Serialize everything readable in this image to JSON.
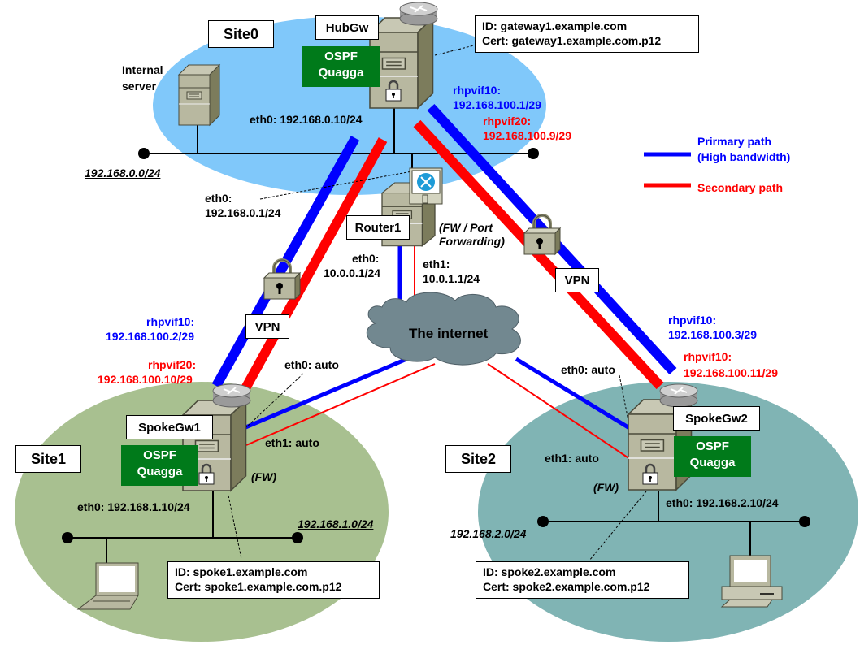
{
  "sites": {
    "site0": {
      "label": "Site0",
      "color": "#80c8fa",
      "subnet": "192.168.0.0/24"
    },
    "site1": {
      "label": "Site1",
      "color": "#a8c090",
      "subnet": "192.168.1.0/24"
    },
    "site2": {
      "label": "Site2",
      "color": "#80b4b4",
      "subnet": "192.168.2.0/24"
    }
  },
  "hub": {
    "name": "HubGw",
    "ospf_line1": "OSPF",
    "ospf_line2": "Quagga",
    "id_line": "ID: gateway1.example.com",
    "cert_line": "Cert: gateway1.example.com.p12",
    "eth0": "eth0: 192.168.0.10/24",
    "vif10_name": "rhpvif10:",
    "vif10_ip": "192.168.100.1/29",
    "vif20_name": "rhpvif20:",
    "vif20_ip": "192.168.100.9/29"
  },
  "internal_server": {
    "line1": "Internal",
    "line2": "server"
  },
  "router1": {
    "name": "Router1",
    "role_line1": "(FW / Port",
    "role_line2": "Forwarding)",
    "eth0_site_name": "eth0:",
    "eth0_site_ip": "192.168.0.1/24",
    "eth0_name": "eth0:",
    "eth0_ip": "10.0.0.1/24",
    "eth1_name": "eth1:",
    "eth1_ip": "10.0.1.1/24"
  },
  "internet": {
    "label": "The internet",
    "color": "#728890"
  },
  "spoke1": {
    "name": "SpokeGw1",
    "ospf_line1": "OSPF",
    "ospf_line2": "Quagga",
    "fw": "(FW)",
    "eth0_wan": "eth0: auto",
    "eth1_wan": "eth1: auto",
    "eth0_lan": "eth0: 192.168.1.10/24",
    "vif10_name": "rhpvif10:",
    "vif10_ip": "192.168.100.2/29",
    "vif20_name": "rhpvif20:",
    "vif20_ip": "192.168.100.10/29",
    "id_line": "ID: spoke1.example.com",
    "cert_line": "Cert: spoke1.example.com.p12"
  },
  "spoke2": {
    "name": "SpokeGw2",
    "ospf_line1": "OSPF",
    "ospf_line2": "Quagga",
    "fw": "(FW)",
    "eth0_wan": "eth0: auto",
    "eth1_wan": "eth1: auto",
    "eth0_lan": "eth0: 192.168.2.10/24",
    "vif10_name": "rhpvif10:",
    "vif10_ip": "192.168.100.3/29",
    "vif20_name": "rhpvif10:",
    "vif20_ip": "192.168.100.11/29",
    "id_line": "ID: spoke2.example.com",
    "cert_line": "Cert: spoke2.example.com.p12"
  },
  "vpn": {
    "left_label": "VPN",
    "right_label": "VPN"
  },
  "legend": {
    "primary_line1": "Prirmary path",
    "primary_line2": "(High bandwidth)",
    "primary_color": "#0000ff",
    "secondary": "Secondary path",
    "secondary_color": "#ff0000"
  }
}
